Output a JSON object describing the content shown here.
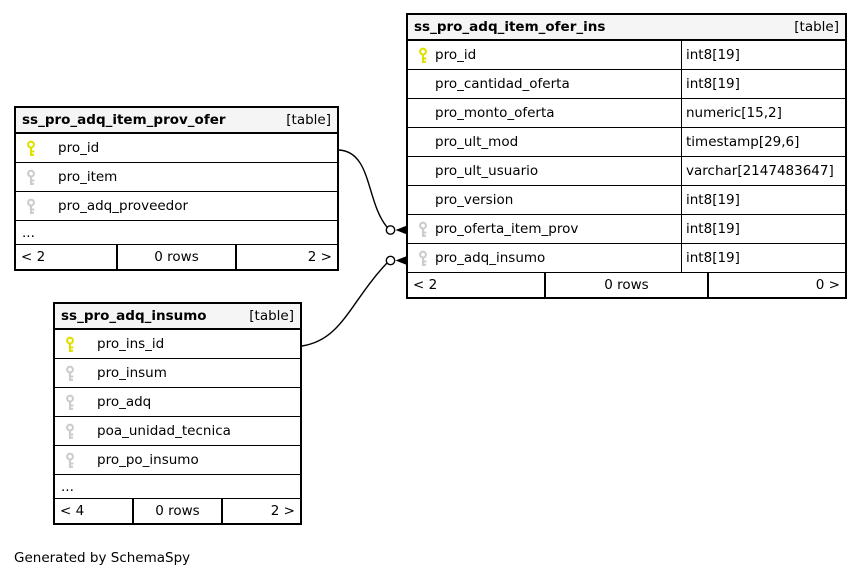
{
  "footer_note": "Generated by SchemaSpy",
  "colors": {
    "header_bg": "#f5f5f5",
    "border": "#000000",
    "primary_key_icon": "#e0e000",
    "foreign_key_icon": "#cccccc"
  },
  "tables": {
    "ofer_ins": {
      "name": "ss_pro_adq_item_ofer_ins",
      "tag": "[table]",
      "columns": [
        {
          "name": "pro_id",
          "type": "int8[19]",
          "key": "primary"
        },
        {
          "name": "pro_cantidad_oferta",
          "type": "int8[19]",
          "key": "none"
        },
        {
          "name": "pro_monto_oferta",
          "type": "numeric[15,2]",
          "key": "none"
        },
        {
          "name": "pro_ult_mod",
          "type": "timestamp[29,6]",
          "key": "none"
        },
        {
          "name": "pro_ult_usuario",
          "type": "varchar[2147483647]",
          "key": "none"
        },
        {
          "name": "pro_version",
          "type": "int8[19]",
          "key": "none"
        },
        {
          "name": "pro_oferta_item_prov",
          "type": "int8[19]",
          "key": "foreign"
        },
        {
          "name": "pro_adq_insumo",
          "type": "int8[19]",
          "key": "foreign"
        }
      ],
      "footer": {
        "left": "< 2",
        "center": "0 rows",
        "right": "0 >"
      }
    },
    "prov_ofer": {
      "name": "ss_pro_adq_item_prov_ofer",
      "tag": "[table]",
      "columns": [
        {
          "name": "pro_id",
          "key": "primary"
        },
        {
          "name": "pro_item",
          "key": "foreign"
        },
        {
          "name": "pro_adq_proveedor",
          "key": "foreign"
        }
      ],
      "ellipsis": "...",
      "footer": {
        "left": "< 2",
        "center": "0 rows",
        "right": "2 >"
      }
    },
    "insumo": {
      "name": "ss_pro_adq_insumo",
      "tag": "[table]",
      "columns": [
        {
          "name": "pro_ins_id",
          "key": "primary"
        },
        {
          "name": "pro_insum",
          "key": "foreign"
        },
        {
          "name": "pro_adq",
          "key": "foreign"
        },
        {
          "name": "poa_unidad_tecnica",
          "key": "foreign"
        },
        {
          "name": "pro_po_insumo",
          "key": "foreign"
        }
      ],
      "ellipsis": "...",
      "footer": {
        "left": "< 4",
        "center": "0 rows",
        "right": "2 >"
      }
    }
  }
}
